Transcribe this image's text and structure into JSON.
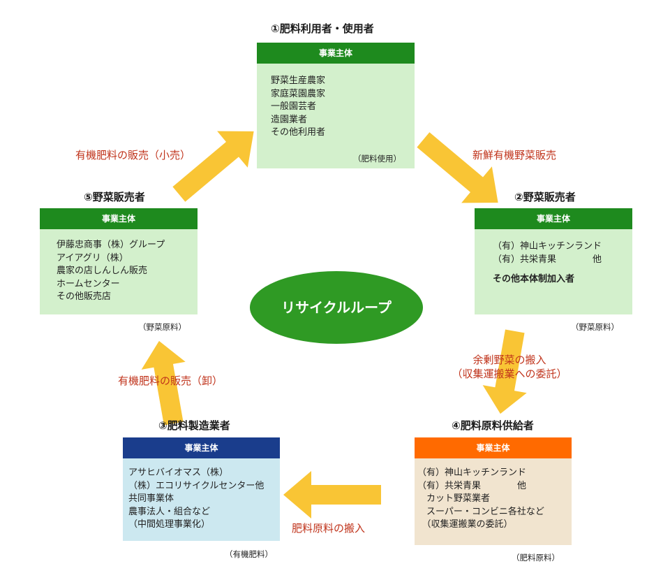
{
  "center": {
    "label": "リサイクルループ",
    "color": "#2f9a24"
  },
  "nodes": {
    "user": {
      "title": "①肥料利用者・使用者",
      "header": "事業主体",
      "lines": [
        "野菜生産農家",
        "家庭菜園農家",
        "一般園芸者",
        "造園業者",
        "その他利用者"
      ],
      "note": "（肥料使用）"
    },
    "seller_top": {
      "title": "②野菜販売者",
      "header": "事業主体",
      "lines": [
        "（有）神山キッチンランド",
        "（有）共栄青果　　　　他"
      ],
      "extra": "その他本体制加入者",
      "note": "（野菜原料）"
    },
    "manufacturer": {
      "title": "③肥料製造業者",
      "header": "事業主体",
      "lines": [
        "アサヒバイオマス（株）",
        "（株）エコリサイクルセンター他",
        "共同事業体",
        "農事法人・組合など",
        "（中間処理事業化）"
      ],
      "note": "（有機肥料）"
    },
    "supplier": {
      "title": "④肥料原料供給者",
      "header": "事業主体",
      "lines": [
        "（有）神山キッチンランド",
        "（有）共栄青果　　　　他",
        "　カット野菜業者",
        "　スーパー・コンビニ各社など",
        "　（収集運搬業の委託）"
      ],
      "note": "（肥料原料）"
    },
    "seller_left": {
      "title": "⑤野菜販売者",
      "header": "事業主体",
      "lines": [
        "伊藤忠商事（株）グループ",
        "アイアグリ（株）",
        "農家の店しんしん販売",
        "ホームセンター",
        "その他販売店"
      ],
      "note": "（野菜原料）"
    }
  },
  "arrows": {
    "retail": "有機肥料の販売（小売）",
    "fresh": "新鮮有機野菜販売",
    "surplus_1": "余剰野菜の搬入",
    "surplus_2": "（収集運搬業への委託）",
    "raw_in": "肥料原料の搬入",
    "wholesale": "有機肥料の販売（卸）"
  },
  "colors": {
    "arrow": "#f9c535",
    "label": "#c0341c",
    "green": "#1e8a1e",
    "navy": "#1a3d8c",
    "orange": "#ff6a00"
  }
}
